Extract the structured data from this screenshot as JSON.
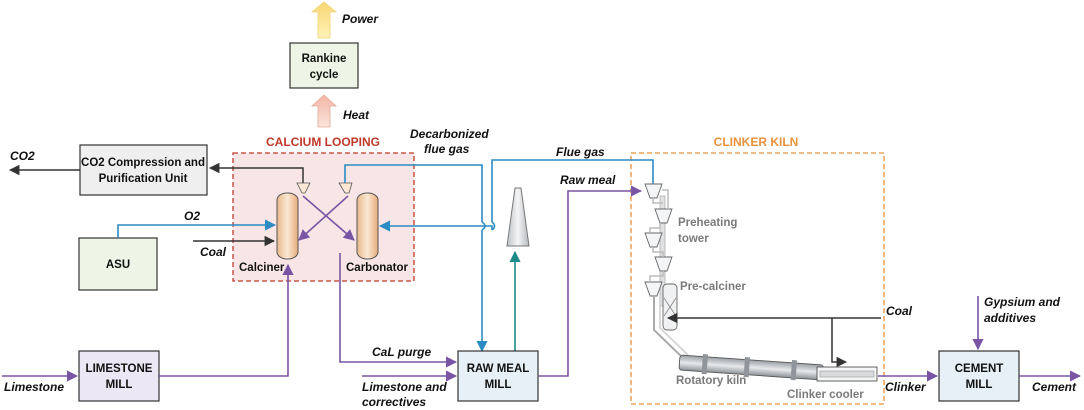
{
  "regions": {
    "calcium_looping": "CALCIUM LOOPING",
    "clinker_kiln": "CLINKER KILN"
  },
  "units": {
    "rankine": [
      "Rankine",
      "cycle"
    ],
    "co2_unit": [
      "CO2 Compression and",
      "Purification Unit"
    ],
    "asu": "ASU",
    "limestone_mill": [
      "LIMESTONE",
      "MILL"
    ],
    "raw_meal_mill": [
      "RAW MEAL",
      "MILL"
    ],
    "cement_mill": [
      "CEMENT",
      "MILL"
    ]
  },
  "equipment": {
    "calciner": "Calciner",
    "carbonator": "Carbonator",
    "preheating_tower": [
      "Preheating",
      "tower"
    ],
    "pre_calciner": "Pre-calciner",
    "rotatory_kiln": "Rotatory kiln",
    "clinker_cooler": "Clinker cooler"
  },
  "streams": {
    "power": "Power",
    "heat": "Heat",
    "co2": "CO2",
    "o2": "O2",
    "coal_calciner": "Coal",
    "coal_kiln": "Coal",
    "decarbonized": [
      "Decarbonized",
      "flue gas"
    ],
    "flue_gas": "Flue gas",
    "raw_meal": "Raw meal",
    "cal_purge": "CaL purge",
    "limestone": "Limestone",
    "limestone_correctives": [
      "Limestone and",
      "correctives"
    ],
    "clinker": "Clinker",
    "cement": "Cement",
    "gypsium": [
      "Gypsium and",
      "additives"
    ]
  },
  "colors": {
    "purple": "#7a55a5",
    "blue": "#2b8cc4",
    "teal": "#1d8a8a",
    "cal_region": "#c0392b",
    "kiln_region": "#e8923c"
  }
}
